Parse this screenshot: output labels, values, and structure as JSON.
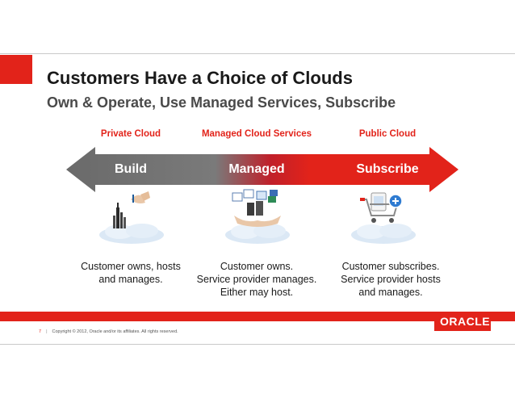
{
  "slide": {
    "title": "Customers Have a Choice of Clouds",
    "subtitle": "Own & Operate, Use Managed Services, Subscribe"
  },
  "columns": [
    {
      "heading": "Private Cloud",
      "arrow_label": "Build",
      "description": [
        "Customer owns, hosts",
        "and manages."
      ],
      "icon": "hand-building-on-cloud-icon"
    },
    {
      "heading": "Managed Cloud Services",
      "arrow_label": "Managed",
      "description": [
        "Customer owns.",
        "Service provider manages.",
        "Either may host."
      ],
      "icon": "hands-servers-on-cloud-icon"
    },
    {
      "heading": "Public Cloud",
      "arrow_label": "Subscribe",
      "description": [
        "Customer subscribes.",
        "Service provider hosts",
        "and manages."
      ],
      "icon": "shopping-cart-on-cloud-icon"
    }
  ],
  "footer": {
    "page_number": "7",
    "copyright": "Copyright © 2012, Oracle and/or its affiliates. All rights reserved.",
    "logo": "ORACLE"
  },
  "colors": {
    "accent": "#e2231a",
    "arrow_grey": "#6f6f6f",
    "arrow_red": "#e2231a"
  }
}
